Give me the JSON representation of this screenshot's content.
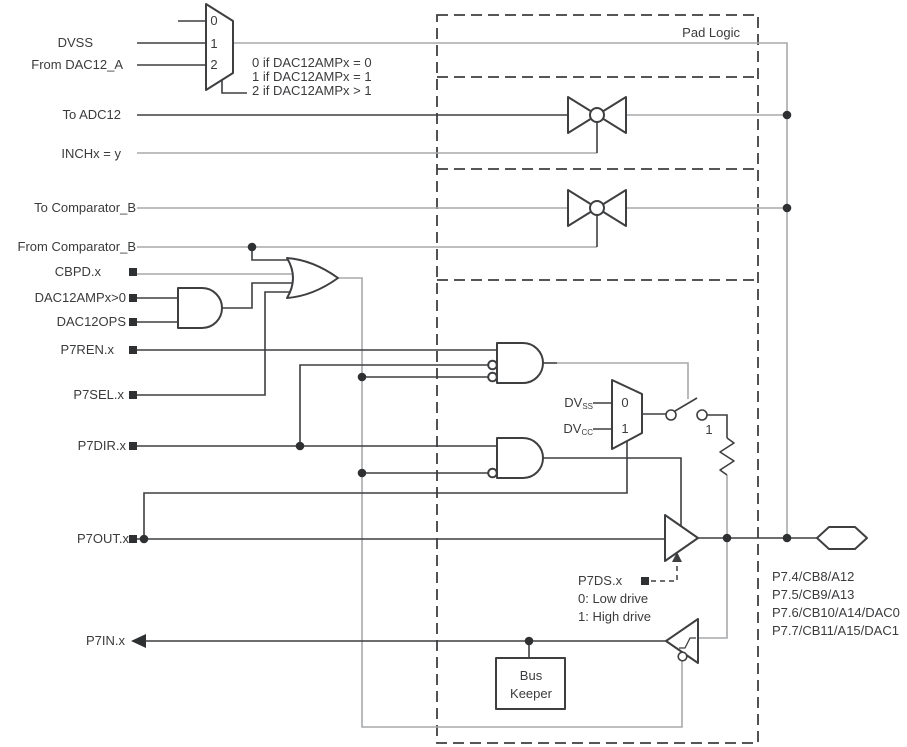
{
  "pad_logic_label": "Pad Logic",
  "signals": {
    "dvss": "DVSS",
    "from_dac12": "From DAC12_A",
    "to_adc12": "To ADC12",
    "inchx": "INCHx = y",
    "to_compb": "To Comparator_B",
    "from_compb": "From Comparator_B",
    "cbpd": "CBPD.x",
    "dac12amp": "DAC12AMPx>0",
    "dac12ops": "DAC12OPS",
    "p7ren": "P7REN.x",
    "p7sel": "P7SEL.x",
    "p7dir": "P7DIR.x",
    "p7out": "P7OUT.x",
    "p7in": "P7IN.x"
  },
  "mux_dac": {
    "in0": "0",
    "in1": "1",
    "in2": "2",
    "note0": "0 if DAC12AMPx = 0",
    "note1": "1 if DAC12AMPx = 1",
    "note2": "2 if DAC12AMPx > 1"
  },
  "pull_mux": {
    "in0": "0",
    "in1": "1",
    "dvss_base": "DV",
    "dvss_sub": "SS",
    "dvcc_base": "DV",
    "dvcc_sub": "CC",
    "switch_label": "1"
  },
  "drive": {
    "label": "P7DS.x",
    "note0": "0: Low drive",
    "note1": "1: High drive"
  },
  "bus_keeper": {
    "line1": "Bus",
    "line2": "Keeper"
  },
  "pins": [
    "P7.4/CB8/A12",
    "P7.5/CB9/A13",
    "P7.6/CB10/A14/DAC0",
    "P7.7/CB11/A15/DAC1"
  ],
  "colors": {
    "ink": "#3a3b3d",
    "muted": "#a7a9ab"
  }
}
